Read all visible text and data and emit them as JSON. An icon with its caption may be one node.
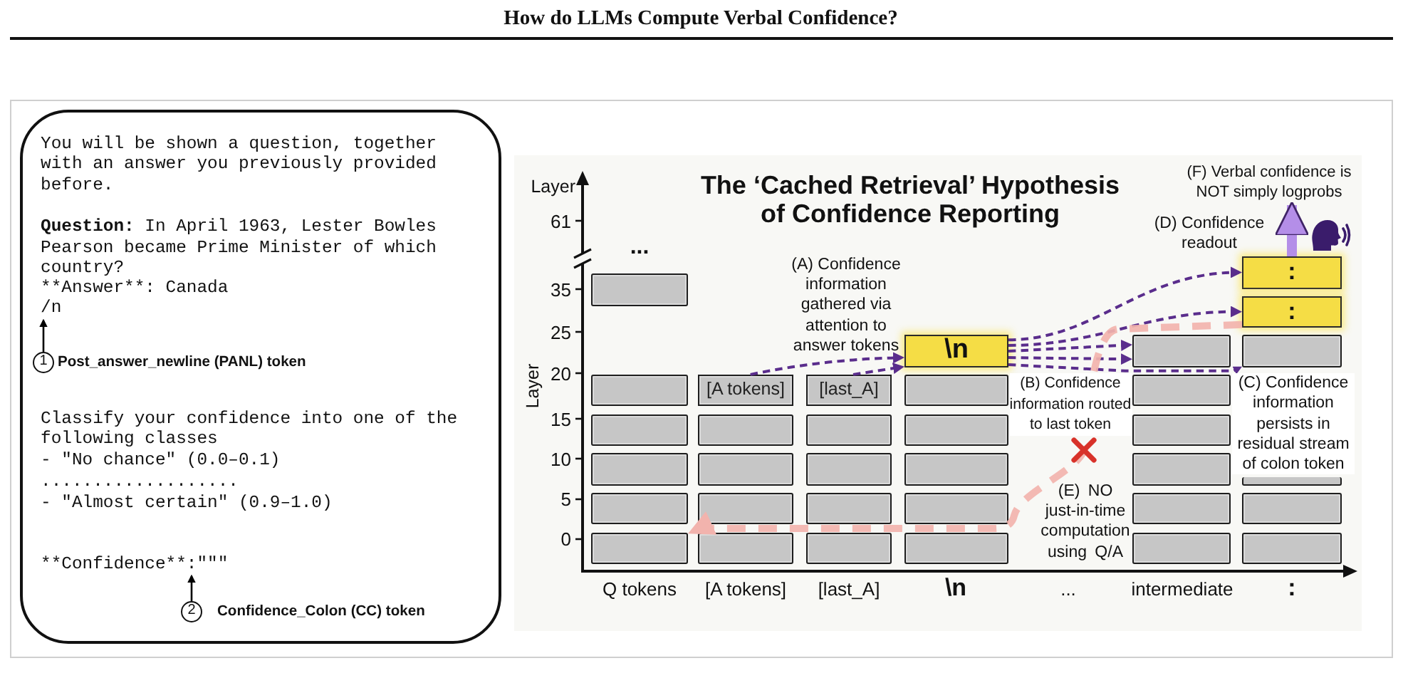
{
  "diagram": {
    "title": "How do LLMs Compute Verbal Confidence?",
    "nodes": [
      {
        "text": [
          "You will be shown a question, together with an answer you previously provided before.",
          "**Question:** In April 1963, Lester Bowles Pearson became Prime Minister of which country?",
          "**Answer**: Canada",
          "Classify your confidence into one of the following classes",
          "- \"No chance\" (0.0–0.1)",
          "...................",
          "- \"Almost certain\" (0.9–1.0)"
        ]
      },
      {
        "text": [
          "/n"
        ],
        "in": 0
      },
      {
        "text": [
          "1"
        ],
        "in": 0,
        "beside": [
          "Post_answer_newline (PANL) token"
        ]
      },
      {
        "text": [
          "**Confidence**:\"\"\""
        ],
        "in": 0
      },
      {
        "text": [
          "2"
        ],
        "in": 0,
        "beside": [
          "Confidence_Colon (CC) token"
        ]
      },
      {
        "text": [
          "(F) Verbal confidence is NOT simply logprobs"
        ]
      },
      {
        "text": [],
        "shape": "box"
      },
      {
        "text": [],
        "shape": "box"
      },
      {
        "text": [],
        "shape": "box"
      },
      {
        "text": [],
        "shape": "box"
      },
      {
        "text": [],
        "shape": "box"
      },
      {
        "text": [],
        "shape": "box"
      },
      {
        "text": [
          "[A tokens]"
        ]
      },
      {
        "text": [],
        "shape": "box"
      },
      {
        "text": [],
        "shape": "box"
      },
      {
        "text": [],
        "shape": "box"
      },
      {
        "text": [],
        "shape": "box"
      },
      {
        "text": [
          "[last_A]"
        ]
      },
      {
        "text": [],
        "shape": "box"
      },
      {
        "text": [],
        "shape": "box"
      },
      {
        "text": [],
        "shape": "box"
      },
      {
        "text": [],
        "shape": "box"
      },
      {
        "text": [
          "\\n"
        ]
      },
      {
        "text": [],
        "shape": "box"
      },
      {
        "text": [],
        "shape": "box"
      },
      {
        "text": [],
        "shape": "box"
      },
      {
        "text": [],
        "shape": "box"
      },
      {
        "text": [],
        "shape": "box"
      },
      {
        "text": [],
        "shape": "box"
      },
      {
        "text": [],
        "shape": "box"
      },
      {
        "text": [],
        "shape": "box"
      },
      {
        "text": [],
        "shape": "box"
      },
      {
        "text": [],
        "shape": "box"
      },
      {
        "text": [],
        "shape": "box"
      },
      {
        "text": [
          ":"
        ]
      },
      {
        "text": [
          ":"
        ]
      },
      {
        "text": [],
        "shape": "box"
      },
      {
        "text": [],
        "shape": "box"
      },
      {
        "text": [],
        "shape": "box"
      },
      {
        "text": [],
        "shape": "box"
      }
    ],
    "edges": [
      {
        "from": 2,
        "to": 1,
        "arrow": "to",
        "color": "#000000"
      },
      {
        "from": 4,
        "to": 3,
        "arrow": "to",
        "color": "#000000"
      },
      {
        "from": 12,
        "to": 22,
        "arrow": "to",
        "style": "dashed"
      },
      {
        "from": 17,
        "to": 22,
        "arrow": "to",
        "style": "dashed"
      },
      {
        "from": 22,
        "to": 34,
        "arrow": "to",
        "style": "dashed"
      },
      {
        "from": 22,
        "to": 35,
        "arrow": "to",
        "style": "dashed"
      },
      {
        "from": 22,
        "to": 28,
        "arrow": "to",
        "style": "dashed"
      },
      {
        "from": 22,
        "to": 36,
        "arrow": "to",
        "style": "dashed"
      },
      {
        "from": 22,
        "to": 28,
        "arrow": "to",
        "style": "dashed"
      },
      {
        "from": 34,
        "to": 5,
        "arrow": "to",
        "style": "thick",
        "color": "#b48ee8"
      },
      {
        "from": 35,
        "to": 11,
        "arrow": "to",
        "style": "dashed",
        "color": "#f2b3ad"
      }
    ],
    "labels": [
      "The ‘Cached Retrieval’ Hypothesis of Confidence Reporting",
      "Layer",
      "61",
      "(D) Confidence readout",
      "...",
      "35",
      "(A) Confidence information gathered via attention to answer tokens",
      "25",
      "Layer",
      "20",
      "(B) Confidence information routed to last token",
      "(C) Confidence information persists in residual stream of colon token",
      "15",
      "10",
      "(E) NO just-in-time computation using Q/A",
      "5",
      "0",
      "Q tokens",
      "[A tokens]",
      "[last_A]",
      "\\n",
      "...",
      "intermediate",
      ":"
    ]
  }
}
